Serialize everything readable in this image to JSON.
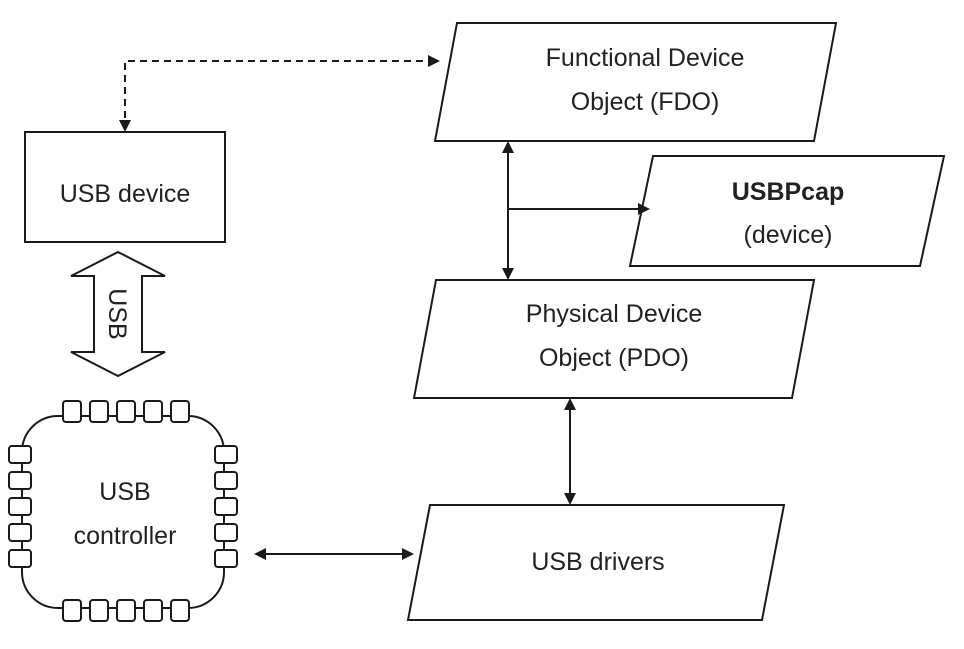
{
  "nodes": {
    "fdo": {
      "line1": "Functional Device",
      "line2": "Object (FDO)"
    },
    "usbpcap": {
      "line1": "USBPcap",
      "line2": "(device)"
    },
    "pdo": {
      "line1": "Physical Device",
      "line2": "Object (PDO)"
    },
    "drivers": {
      "label": "USB drivers"
    },
    "device": {
      "label": "USB device"
    },
    "controller": {
      "line1": "USB",
      "line2": "controller"
    }
  },
  "bus_label": "USB",
  "colors": {
    "stroke": "#1a1a1a",
    "text": "#222222",
    "background": "#ffffff"
  }
}
